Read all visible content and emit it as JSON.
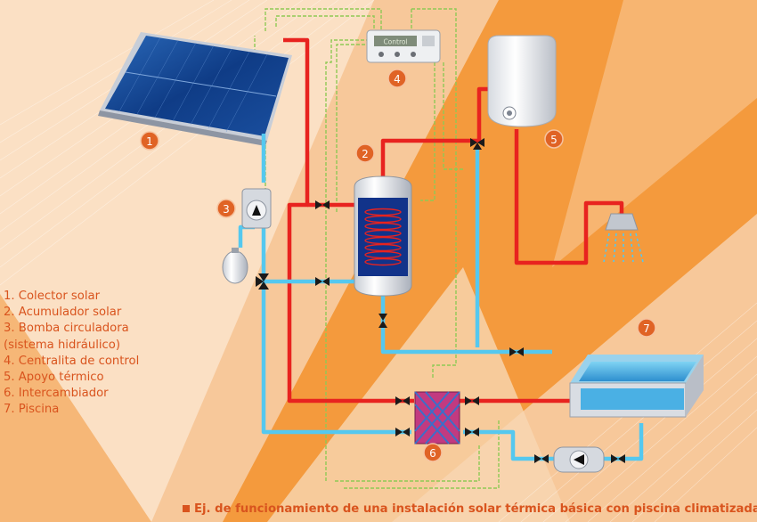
{
  "colors": {
    "hot_pipe": "#e8231f",
    "cold_pipe": "#55c8ef",
    "control_wire": "#8fc955",
    "number_badge": "#e06325",
    "text": "#d9541e"
  },
  "badges": [
    "1",
    "2",
    "3",
    "4",
    "5",
    "6",
    "7"
  ],
  "legend": [
    "1. Colector solar",
    "2. Acumulador solar",
    "3. Bomba circuladora",
    "(sistema hidráulico)",
    "4. Centralita de control",
    "5. Apoyo térmico",
    "6. Intercambiador",
    "7. Piscina"
  ],
  "caption": "Ej. de funcionamiento de una instalación solar térmica básica con piscina climatizada",
  "controller_display": "Control"
}
